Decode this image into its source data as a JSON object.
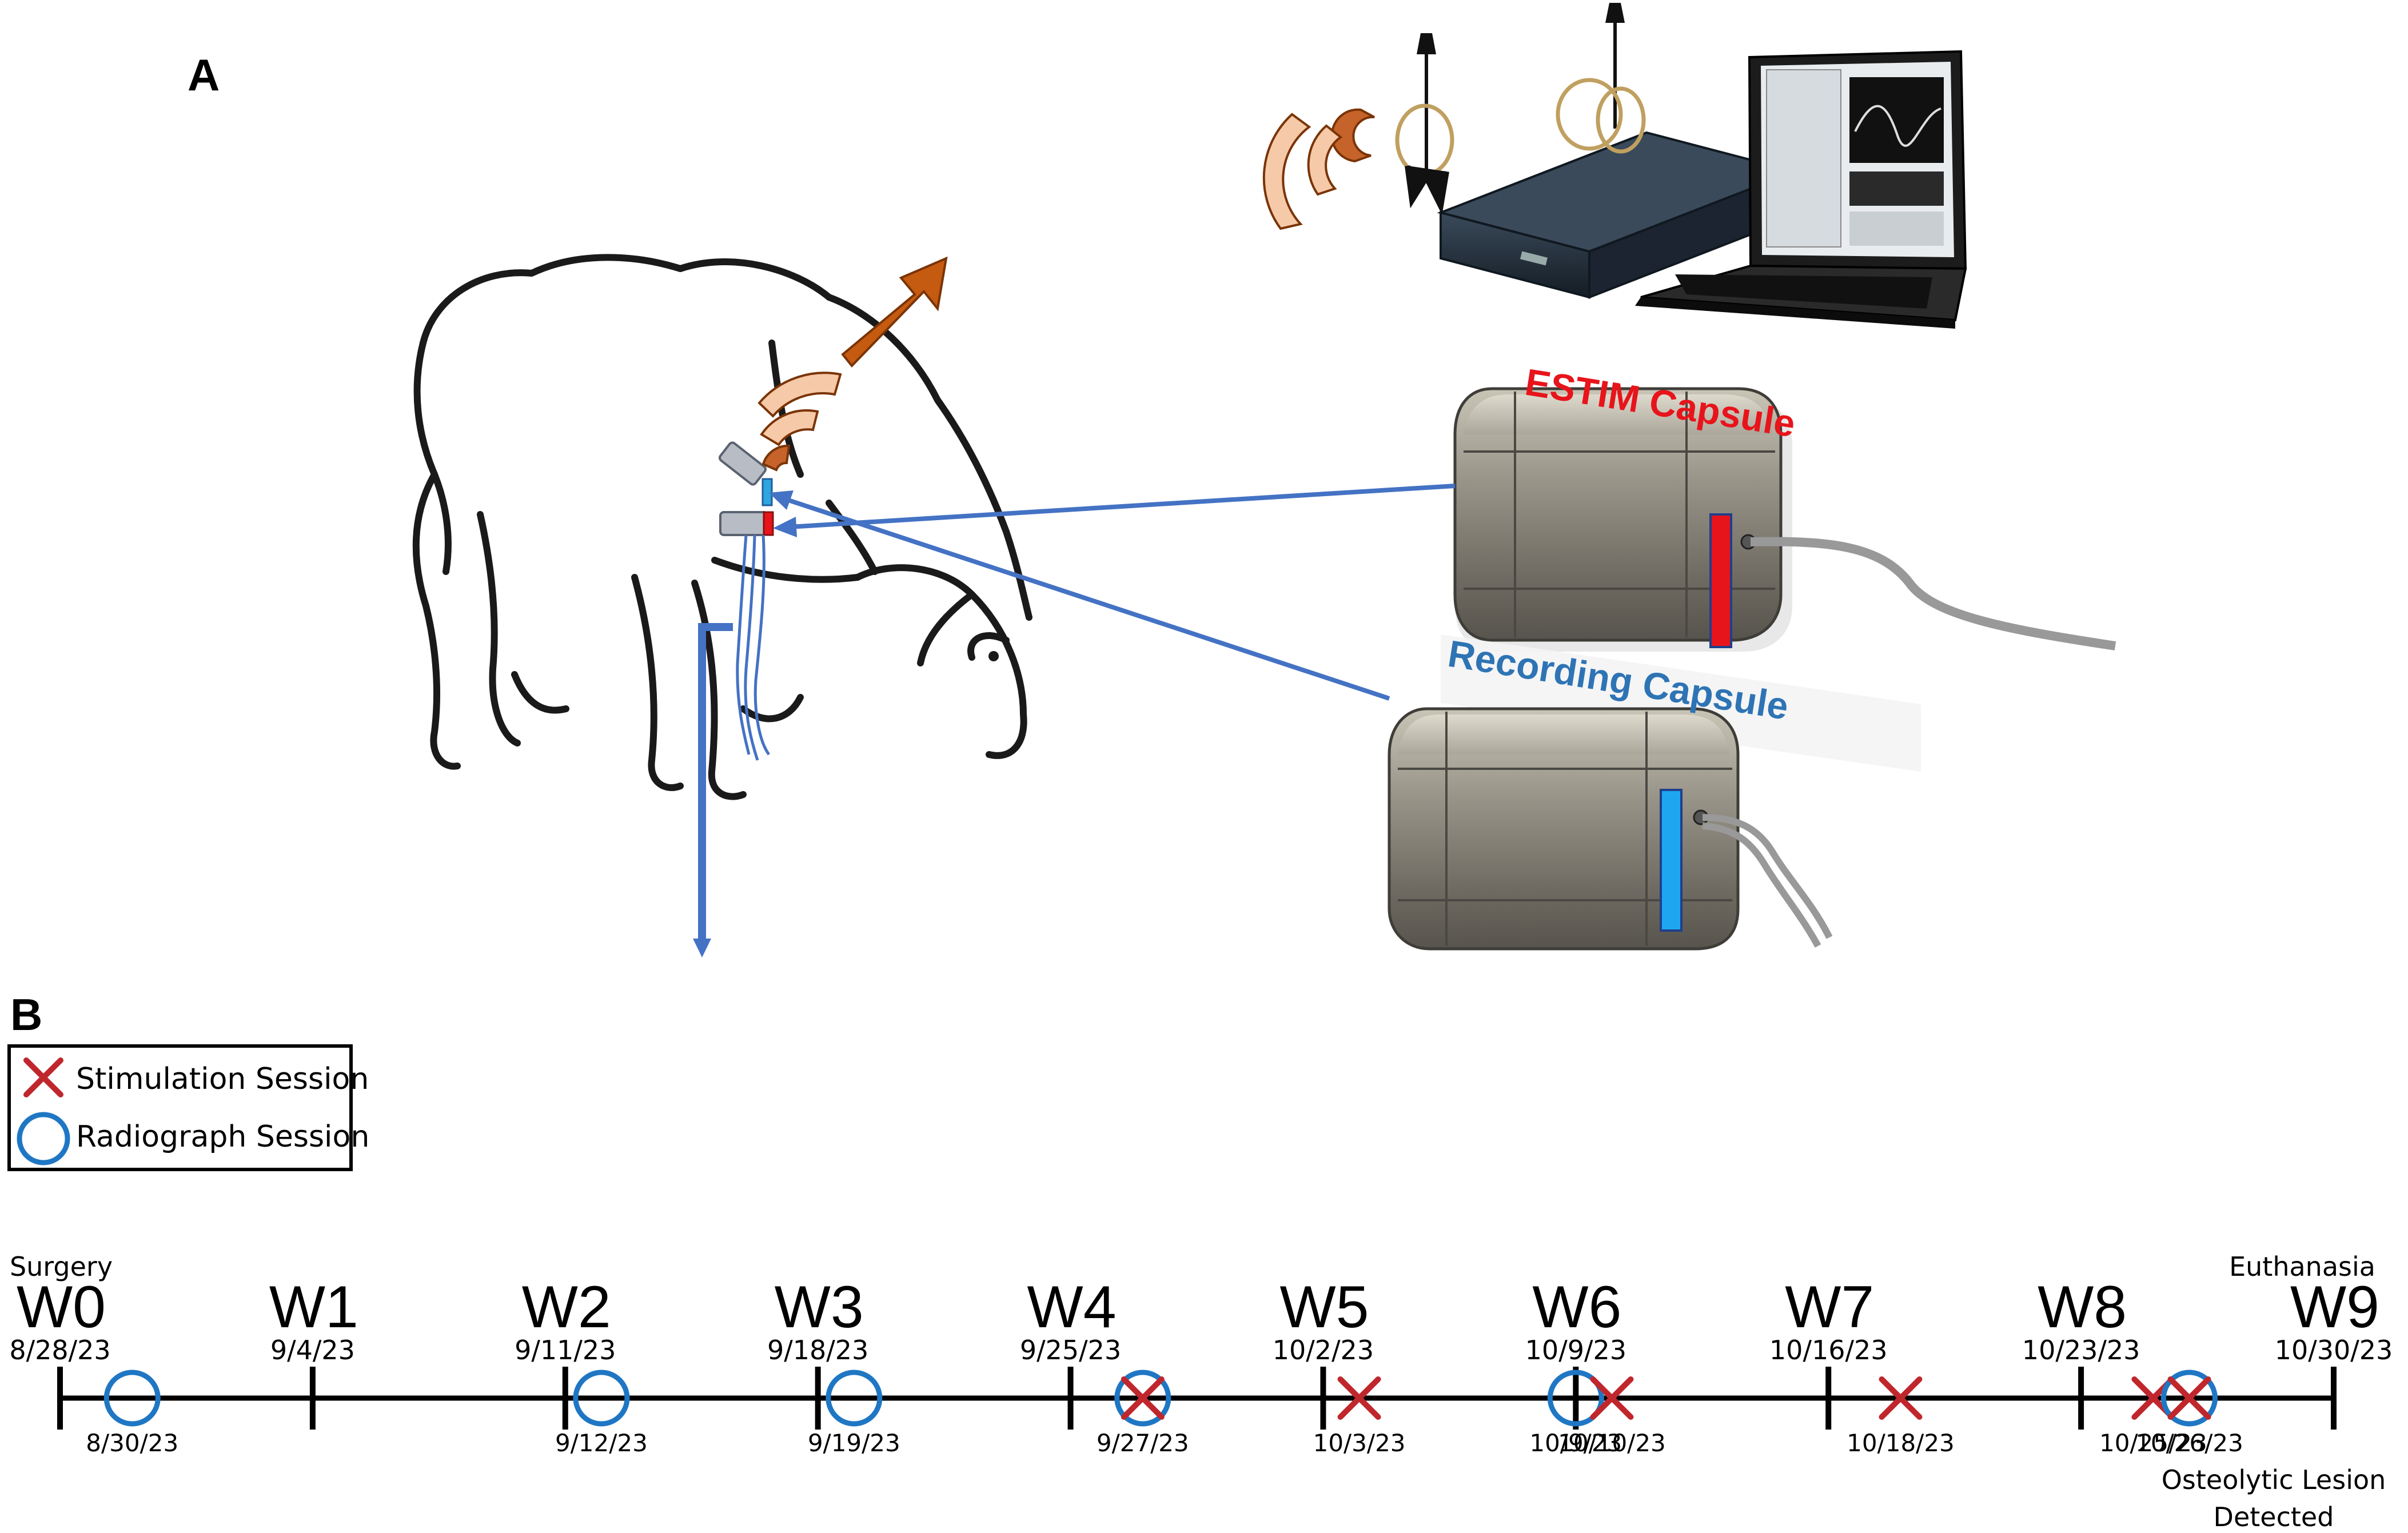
{
  "panels": {
    "a": "A",
    "b": "B"
  },
  "capsules": {
    "estim": {
      "label": "ESTIM Capsule",
      "color": "#e8141b"
    },
    "recording": {
      "label": "Recording Capsule",
      "color": "#2e74b5"
    }
  },
  "legend": {
    "stimulation": "Stimulation Session",
    "radiograph": "Radiograph Session"
  },
  "colors": {
    "stimulation": "#c0272d",
    "radiograph": "#1f77c4",
    "arrow": "#4472c4",
    "wireless_dark": "#c5632a",
    "wireless_light": "#f6c9a8",
    "move_arrow": "#c55a11"
  },
  "timeline": {
    "weeks": [
      {
        "label": "W0",
        "date": "8/28/23",
        "note": "Surgery"
      },
      {
        "label": "W1",
        "date": "9/4/23"
      },
      {
        "label": "W2",
        "date": "9/11/23"
      },
      {
        "label": "W3",
        "date": "9/18/23"
      },
      {
        "label": "W4",
        "date": "9/25/23"
      },
      {
        "label": "W5",
        "date": "10/2/23"
      },
      {
        "label": "W6",
        "date": "10/9/23"
      },
      {
        "label": "W7",
        "date": "10/16/23"
      },
      {
        "label": "W8",
        "date": "10/23/23"
      },
      {
        "label": "W9",
        "date": "10/30/23",
        "note": "Euthanasia"
      }
    ],
    "events": [
      {
        "date": "8/30/23",
        "day": 2,
        "stim": false,
        "radio": true
      },
      {
        "date": "9/12/23",
        "day": 15,
        "stim": false,
        "radio": true
      },
      {
        "date": "9/19/23",
        "day": 22,
        "stim": false,
        "radio": true
      },
      {
        "date": "9/27/23",
        "day": 30,
        "stim": true,
        "radio": true
      },
      {
        "date": "10/3/23",
        "day": 36,
        "stim": true,
        "radio": false
      },
      {
        "date": "10/9/23",
        "day": 42,
        "stim": false,
        "radio": true
      },
      {
        "date": "10/10/23",
        "day": 43,
        "stim": true,
        "radio": false
      },
      {
        "date": "10/18/23",
        "day": 51,
        "stim": true,
        "radio": false
      },
      {
        "date": "10/25/23",
        "day": 58,
        "stim": true,
        "radio": false
      },
      {
        "date": "10/26/23",
        "day": 59,
        "stim": true,
        "radio": true
      }
    ],
    "lesion_note": [
      "Osteolytic Lesion",
      "Detected"
    ]
  }
}
